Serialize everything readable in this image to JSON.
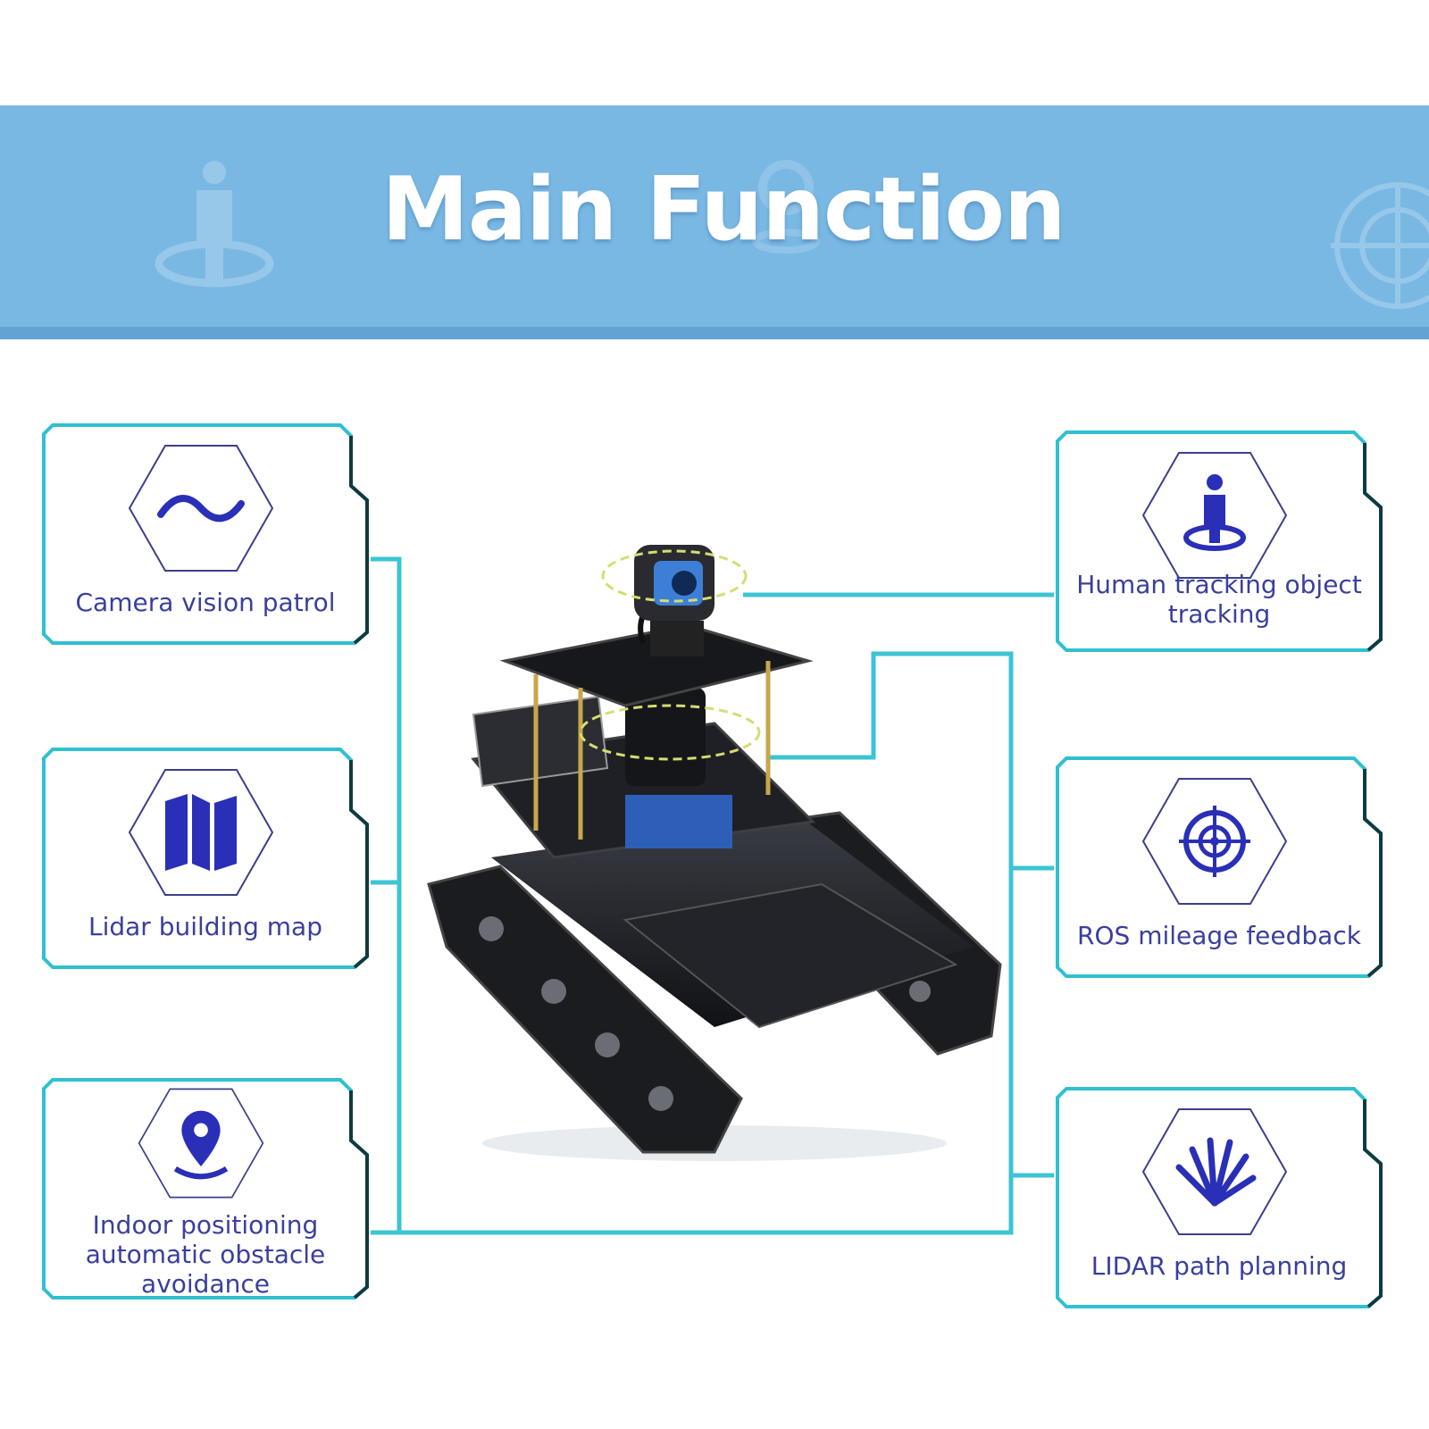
{
  "header": {
    "title": "Main Function"
  },
  "colors": {
    "band": "#7ab8e4",
    "connector": "#3cc4d4",
    "icon": "#2a2fb8",
    "text": "#3a3f9c"
  },
  "features": [
    {
      "label": "Camera vision patrol",
      "icon": "wave-icon"
    },
    {
      "label": "Lidar building map",
      "icon": "map-icon"
    },
    {
      "label": "Indoor positioning automatic obstacle avoidance",
      "icon": "location-pin-icon"
    },
    {
      "label": "Human tracking object tracking",
      "icon": "person-tracking-icon"
    },
    {
      "label": "ROS mileage feedback",
      "icon": "target-icon"
    },
    {
      "label": "LIDAR path planning",
      "icon": "radar-scan-icon"
    }
  ]
}
